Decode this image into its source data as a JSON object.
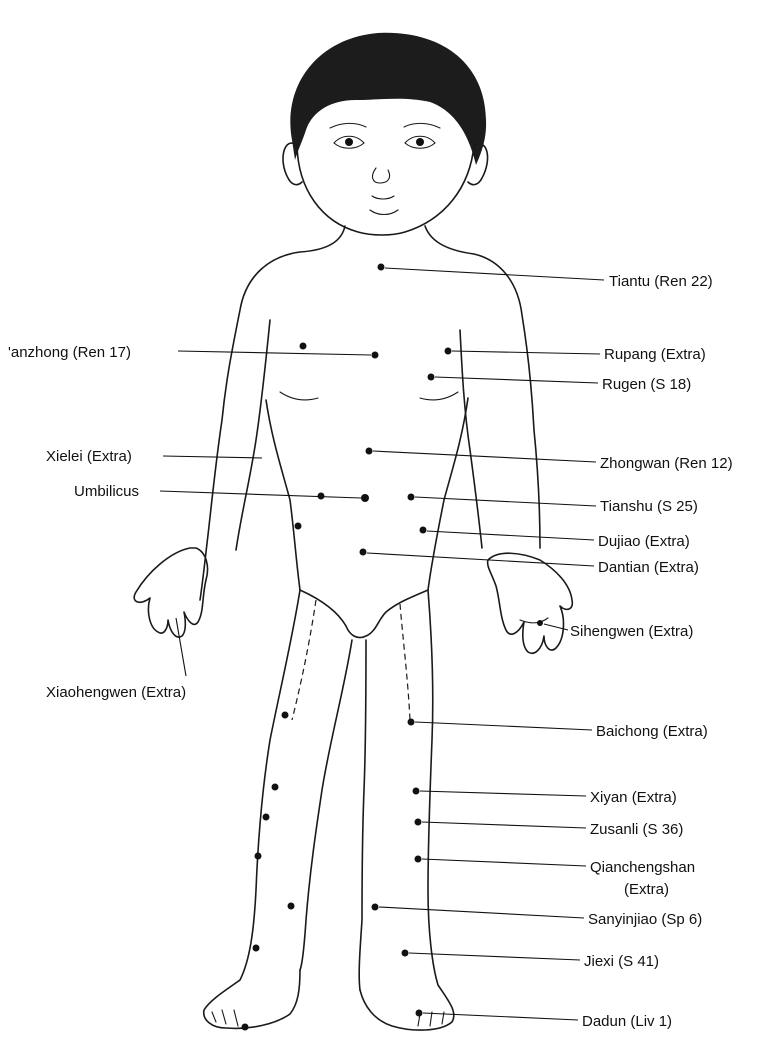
{
  "figure": {
    "labels": {
      "tiantu": "Tiantu (Ren 22)",
      "tanzhong": "'anzhong (Ren 17)",
      "rupang": "Rupang (Extra)",
      "rugen": "Rugen (S 18)",
      "xielei": "Xielei (Extra)",
      "zhongwan": "Zhongwan (Ren 12)",
      "umbilicus": "Umbilicus",
      "tianshu": "Tianshu (S 25)",
      "dujiao": "Dujiao (Extra)",
      "dantian": "Dantian (Extra)",
      "sihengwen": "Sihengwen (Extra)",
      "xiaohengwen": "Xiaohengwen (Extra)",
      "baichong": "Baichong (Extra)",
      "xiyan": "Xiyan (Extra)",
      "zusanli": "Zusanli (S 36)",
      "qianchengshan_1": "Qianchengshan",
      "qianchengshan_2": "(Extra)",
      "sanyinjiao": "Sanyinjiao (Sp 6)",
      "jiexi": "Jiexi (S 41)",
      "dadun": "Dadun (Liv 1)"
    }
  }
}
